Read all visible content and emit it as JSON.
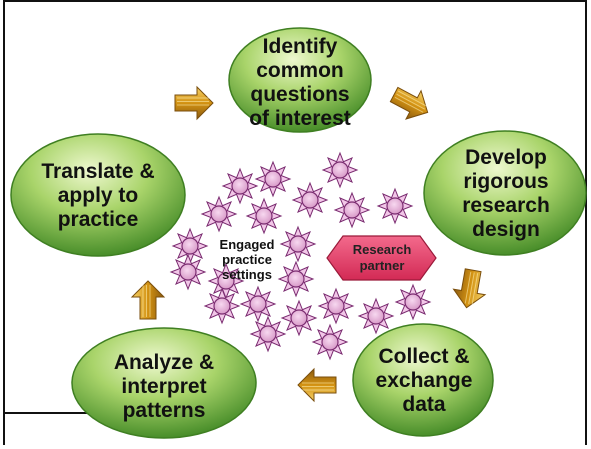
{
  "nodes": {
    "identify": {
      "label": "Identify common questions of interest",
      "lines": [
        "Identify",
        "common",
        "questions",
        "of interest"
      ]
    },
    "develop": {
      "label": "Develop rigorous research design",
      "lines": [
        "Develop",
        "rigorous",
        "research",
        "design"
      ]
    },
    "collect": {
      "label": "Collect & exchange data",
      "lines": [
        "Collect &",
        "exchange",
        "data"
      ]
    },
    "analyze": {
      "label": "Analyze & interpret patterns",
      "lines": [
        "Analyze &",
        "interpret",
        "patterns"
      ]
    },
    "translate": {
      "label": "Translate & apply to practice",
      "lines": [
        "Translate &",
        "apply to",
        "practice"
      ]
    }
  },
  "center": {
    "engaged_lines": [
      "Engaged",
      "practice",
      "settings"
    ],
    "partner_lines": [
      "Research",
      "partner"
    ]
  },
  "colors": {
    "node_green_light": "#d9efa8",
    "node_green_dark": "#3f8a22",
    "arrow_gold": "#e0a020",
    "arrow_dark": "#8a5a10",
    "star_fill": "#f2c7e8",
    "star_stroke": "#7a2b70",
    "partner_fill": "#e8456e"
  },
  "icons": [
    "cycle-arrow-icon",
    "flower-star-icon"
  ]
}
